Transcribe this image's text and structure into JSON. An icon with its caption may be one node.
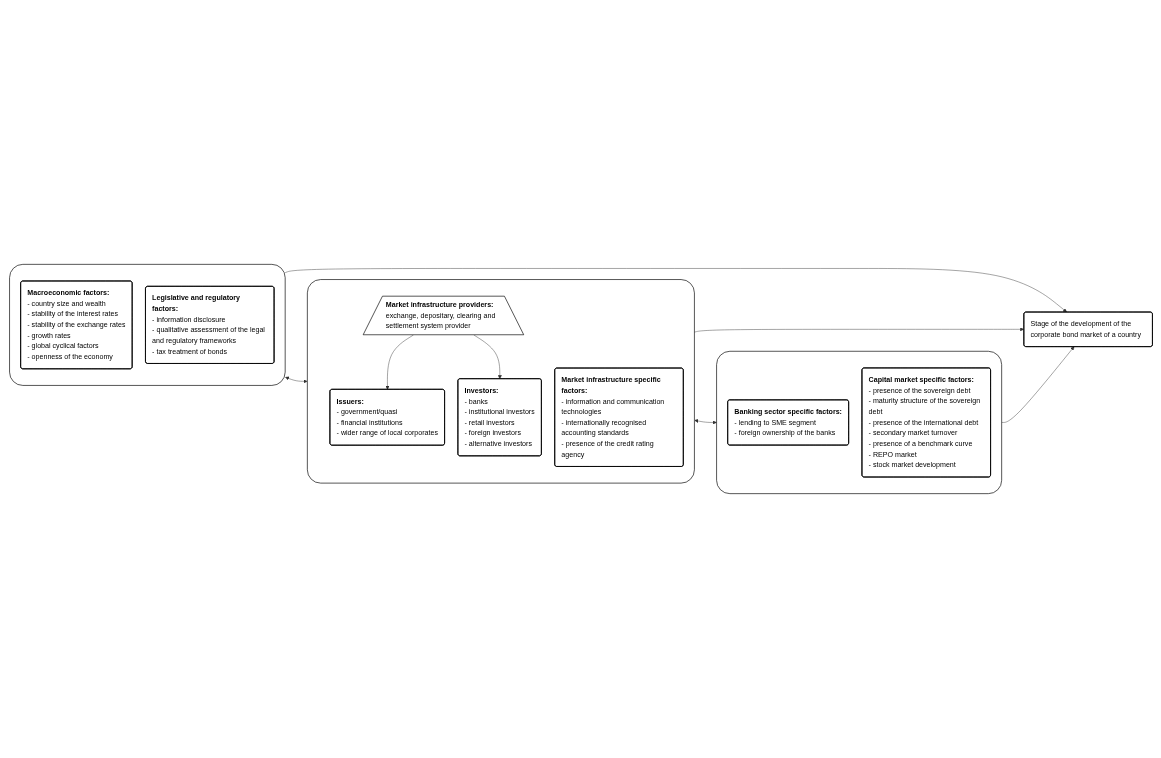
{
  "diagram": {
    "nodes": [
      {
        "text": [],
        "shape": "box"
      },
      {
        "text": [
          "Macroeconomic factors:",
          "- country size and wealth",
          "- stability of the interest rates",
          "- stability of the exchange rates",
          "- growth rates",
          "- global cyclical factors",
          "- openness of the economy"
        ],
        "in": 0
      },
      {
        "text": [
          "Legislative and regulatory factors:",
          "- information disclosure",
          "- qualitative assessment of the legal and regulatory frameworks",
          "- tax treatment of bonds"
        ],
        "in": 0
      },
      {
        "text": [],
        "shape": "box"
      },
      {
        "text": [
          "Issuers:",
          "- government/quasi",
          "- financial institutions",
          "- wider range of local corporates"
        ],
        "in": 3
      },
      {
        "text": [
          "Investors:",
          "- banks",
          "- institutional investors",
          "- retail investors",
          "- foreign investors",
          "- alternative investors"
        ],
        "in": 3
      },
      {
        "text": [
          "Market infrastructure providers:",
          "exchange, depositary, clearing and settlement system provider"
        ],
        "in": 3
      },
      {
        "text": [
          "Market infrastructure specific factors:",
          "- information and communication technologies",
          "- internationally recognised accounting standards",
          "- presence of the credit rating agency"
        ],
        "in": 3
      },
      {
        "text": [],
        "shape": "box"
      },
      {
        "text": [
          "Banking sector specific factors:",
          "- lending to SME segment",
          "- foreign ownership of the banks"
        ],
        "in": 8
      },
      {
        "text": [
          "Capital market specific factors:",
          "- presence of the sovereign debt",
          "- maturity structure of the sovereign debt",
          "- presence of the international debt",
          "- secondary market turnover",
          "- presence of a benchmark curve",
          "- REPO market",
          "- stock market development"
        ],
        "in": 8
      },
      {
        "text": [
          "Stage of the development of the corporate bond market of a country"
        ]
      }
    ],
    "edges": [
      {
        "from": 6,
        "to": 4,
        "arrow": "to"
      },
      {
        "from": 6,
        "to": 5,
        "arrow": "to"
      },
      {
        "from": 0,
        "to": 3,
        "arrow": "both"
      },
      {
        "from": 3,
        "to": 8,
        "arrow": "both"
      },
      {
        "from": 0,
        "to": 11,
        "arrow": "to"
      },
      {
        "from": 3,
        "to": 11,
        "arrow": "to"
      },
      {
        "from": 8,
        "to": 11,
        "arrow": "to"
      }
    ]
  }
}
